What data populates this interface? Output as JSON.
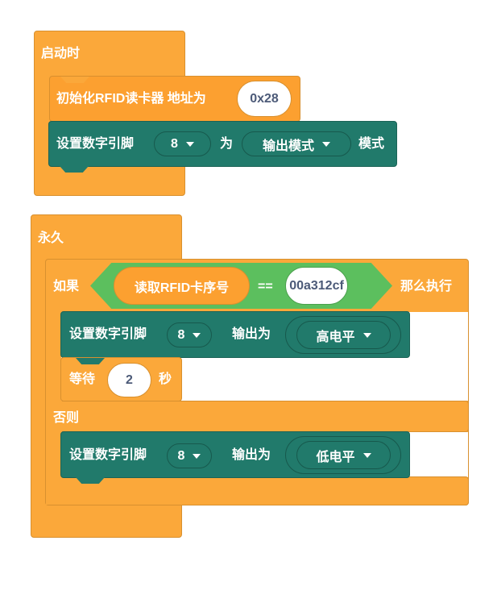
{
  "script1": {
    "hat_label": "启动时",
    "init_block": {
      "label": "初始化RFID读卡器 地址为",
      "address": "0x28"
    },
    "pin_mode_block": {
      "label": "设置数字引脚",
      "pin": "8",
      "mid": "为",
      "mode": "输出模式",
      "suffix": "模式"
    }
  },
  "script2": {
    "forever_label": "永久",
    "if_block": {
      "if_label": "如果",
      "reporter": "读取RFID卡序号",
      "operator": "==",
      "value": "00a312cf",
      "then_label": "那么执行",
      "else_label": "否则"
    },
    "write_high": {
      "label": "设置数字引脚",
      "pin": "8",
      "mid": "输出为",
      "level": "高电平"
    },
    "wait_block": {
      "label": "等待",
      "seconds": "2",
      "unit": "秒"
    },
    "write_low": {
      "label": "设置数字引脚",
      "pin": "8",
      "mid": "输出为",
      "level": "低电平"
    }
  },
  "colors": {
    "orange": "#FBA83A",
    "teal": "#217A6B",
    "green": "#5CBF5E"
  }
}
